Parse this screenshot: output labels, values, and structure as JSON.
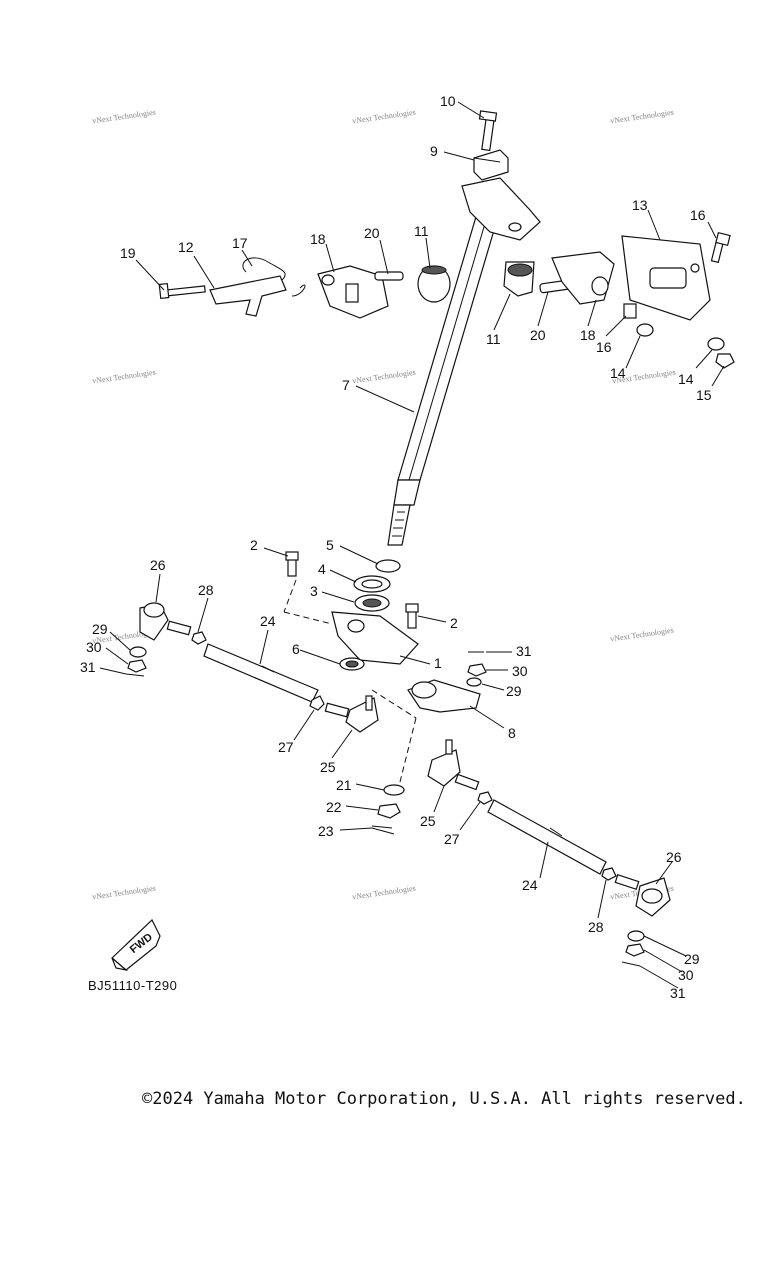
{
  "watermarks": [
    "vNext Technologies",
    "vNext Technologies",
    "vNext Technologies",
    "vNext Technologies",
    "vNext Technologies",
    "vNext Technologies",
    "vNext Technologies",
    "vNext Technologies",
    "vNext Technologies",
    "vNext Technologies",
    "vNext Technologies"
  ],
  "callouts": [
    "10",
    "9",
    "13",
    "16",
    "19",
    "12",
    "17",
    "18",
    "20",
    "11",
    "11",
    "20",
    "18",
    "16",
    "14",
    "14",
    "15",
    "7",
    "2",
    "5",
    "4",
    "3",
    "2",
    "26",
    "28",
    "24",
    "29",
    "30",
    "31",
    "6",
    "1",
    "31",
    "30",
    "29",
    "8",
    "27",
    "25",
    "21",
    "22",
    "23",
    "25",
    "27",
    "26",
    "24",
    "28",
    "29",
    "30",
    "31"
  ],
  "fwd_label": "FWD",
  "part_code": "BJ51110-T290",
  "copyright": "©2024 Yamaha Motor Corporation, U.S.A. All rights reserved."
}
